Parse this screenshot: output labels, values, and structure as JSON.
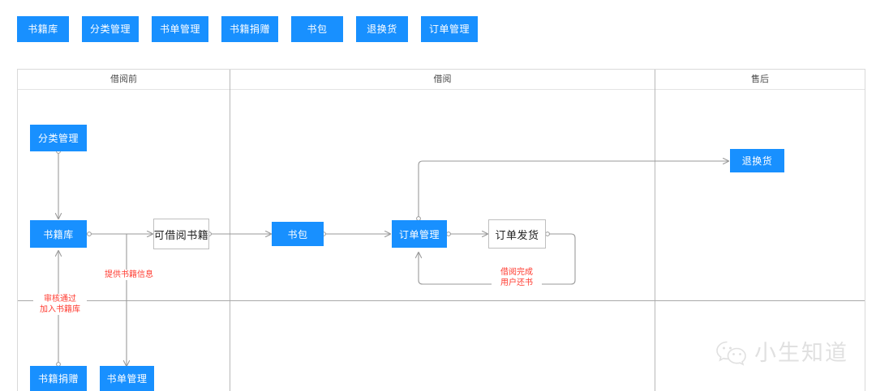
{
  "toolbar": {
    "buttons": [
      {
        "label": "书籍库"
      },
      {
        "label": "分类管理"
      },
      {
        "label": "书单管理"
      },
      {
        "label": "书籍捐赠"
      },
      {
        "label": "书包"
      },
      {
        "label": "退换货"
      },
      {
        "label": "订单管理"
      }
    ]
  },
  "diagram": {
    "lanes": [
      {
        "title": "借阅前"
      },
      {
        "title": "借阅"
      },
      {
        "title": "售后"
      }
    ],
    "nodes": [
      {
        "id": "category",
        "label": "分类管理",
        "style": "blue"
      },
      {
        "id": "book-库",
        "label": "书籍库",
        "style": "blue"
      },
      {
        "id": "borrowable",
        "label": "可借阅书籍",
        "style": "plain"
      },
      {
        "id": "bag",
        "label": "书包",
        "style": "blue"
      },
      {
        "id": "order-mgmt",
        "label": "订单管理",
        "style": "blue"
      },
      {
        "id": "order-ship",
        "label": "订单发货",
        "style": "plain"
      },
      {
        "id": "return-exchange",
        "label": "退换货",
        "style": "blue"
      },
      {
        "id": "donation",
        "label": "书籍捐赠",
        "style": "blue"
      },
      {
        "id": "booklist",
        "label": "书单管理",
        "style": "blue"
      }
    ],
    "edge_labels": [
      {
        "id": "supply-info",
        "text": "提供书籍信息"
      },
      {
        "id": "approved-line1",
        "text": "审核通过"
      },
      {
        "id": "approved-line2",
        "text": "加入书籍库"
      },
      {
        "id": "returned-line1",
        "text": "借阅完成"
      },
      {
        "id": "returned-line2",
        "text": "用户还书"
      }
    ],
    "colors": {
      "node_blue": "#1890ff",
      "node_text": "#ffffff",
      "edge_label_red": "#ff3b30",
      "connector": "#9a9a9a",
      "lane_border": "#d9d9d9"
    }
  },
  "watermark": {
    "icon": "wechat-icon",
    "text": "小生知道"
  }
}
